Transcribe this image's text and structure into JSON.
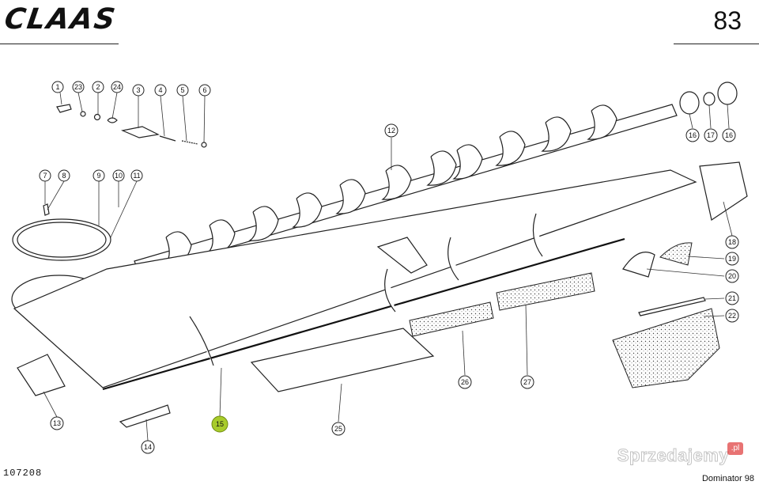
{
  "header": {
    "brand": "CLAAS",
    "page_number": "83"
  },
  "footer": {
    "drawing_number": "107208",
    "model": "Dominator 98"
  },
  "watermark": {
    "text": "Sprzedajemy",
    "badge": ".pl"
  },
  "callouts": [
    {
      "label": "1"
    },
    {
      "label": "23"
    },
    {
      "label": "2"
    },
    {
      "label": "24"
    },
    {
      "label": "3"
    },
    {
      "label": "4"
    },
    {
      "label": "5"
    },
    {
      "label": "6"
    },
    {
      "label": "7"
    },
    {
      "label": "8"
    },
    {
      "label": "9"
    },
    {
      "label": "10"
    },
    {
      "label": "11"
    },
    {
      "label": "12"
    },
    {
      "label": "16"
    },
    {
      "label": "17"
    },
    {
      "label": "16"
    },
    {
      "label": "18"
    },
    {
      "label": "19"
    },
    {
      "label": "20"
    },
    {
      "label": "21"
    },
    {
      "label": "22"
    },
    {
      "label": "13"
    },
    {
      "label": "14"
    },
    {
      "label": "15",
      "highlight": true
    },
    {
      "label": "25"
    },
    {
      "label": "26"
    },
    {
      "label": "27"
    }
  ]
}
